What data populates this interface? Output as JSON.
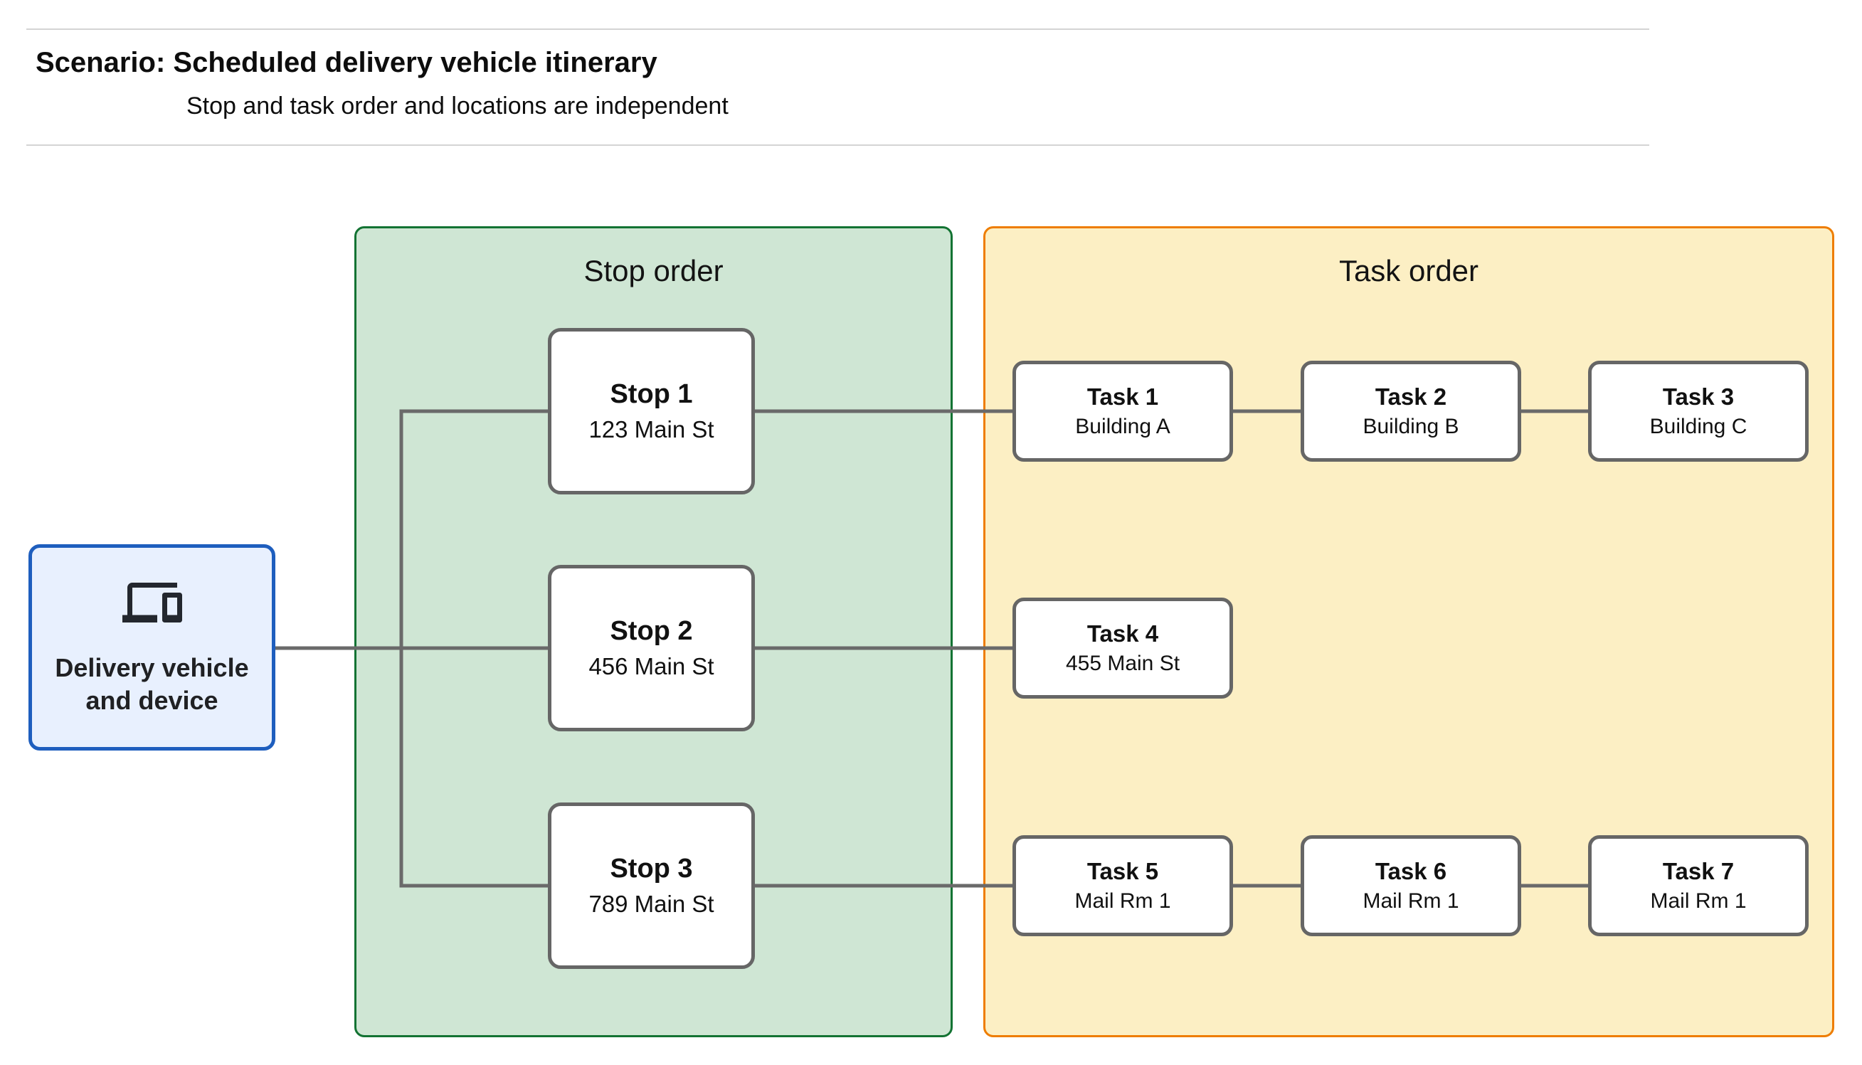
{
  "header": {
    "title": "Scenario: Scheduled delivery vehicle itinerary",
    "subtitle": "Stop and task order and locations are independent"
  },
  "vehicle_node": {
    "icon": "devices-icon",
    "label_line1": "Delivery vehicle",
    "label_line2": "and device"
  },
  "stop_panel": {
    "title": "Stop order"
  },
  "task_panel": {
    "title": "Task order"
  },
  "stops": [
    {
      "name": "Stop 1",
      "location": "123 Main St"
    },
    {
      "name": "Stop 2",
      "location": "456 Main St"
    },
    {
      "name": "Stop 3",
      "location": "789 Main St"
    }
  ],
  "tasks": [
    {
      "name": "Task 1",
      "location": "Building A"
    },
    {
      "name": "Task 2",
      "location": "Building B"
    },
    {
      "name": "Task 3",
      "location": "Building C"
    },
    {
      "name": "Task 4",
      "location": "455 Main St"
    },
    {
      "name": "Task 5",
      "location": "Mail Rm 1"
    },
    {
      "name": "Task 6",
      "location": "Mail Rm 1"
    },
    {
      "name": "Task 7",
      "location": "Mail Rm 1"
    }
  ],
  "colors": {
    "stop_panel_fill": "#CFE6D4",
    "stop_panel_border": "#137333",
    "task_panel_fill": "#FCEFC4",
    "task_panel_border": "#EE7D00",
    "vehicle_fill": "#E8F0FE",
    "vehicle_border": "#1E5EBE",
    "connector_gray": "#6A6A6A",
    "node_border_gray": "#666666",
    "icon_color": "#23272E"
  }
}
